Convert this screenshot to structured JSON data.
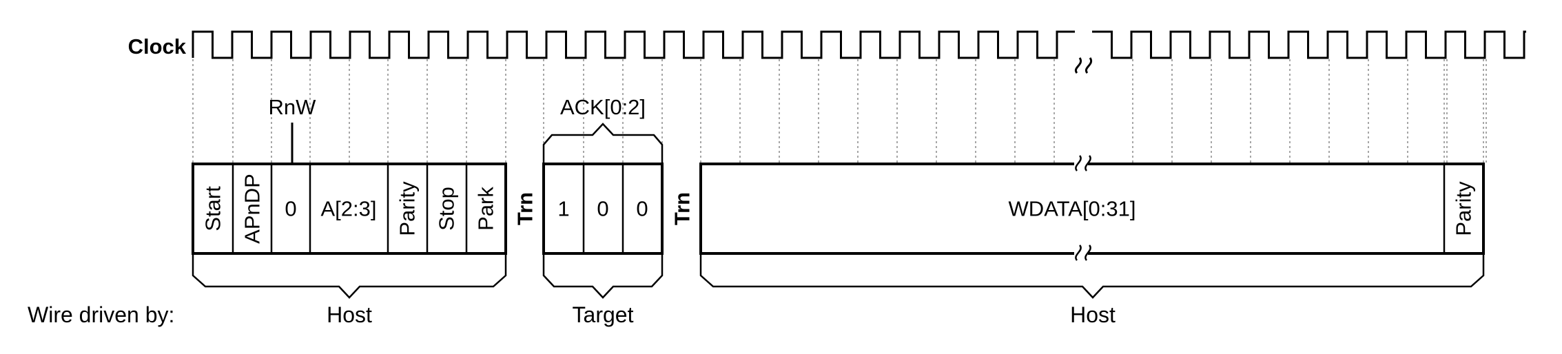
{
  "clock": {
    "label": "Clock"
  },
  "rnw": {
    "label": "RnW"
  },
  "ack": {
    "label": "ACK[0:2]"
  },
  "host_request": {
    "fields": [
      "Start",
      "APnDP",
      "0",
      "A[2:3]",
      "Parity",
      "Stop",
      "Park"
    ]
  },
  "trn": {
    "label": "Trn"
  },
  "ack_fields": {
    "values": [
      "1",
      "0",
      "0"
    ]
  },
  "wdata": {
    "label": "WDATA[0:31]",
    "parity": "Parity"
  },
  "wire_driven_by": {
    "label": "Wire driven by:",
    "host_request": "Host",
    "target": "Target",
    "host_data": "Host"
  }
}
